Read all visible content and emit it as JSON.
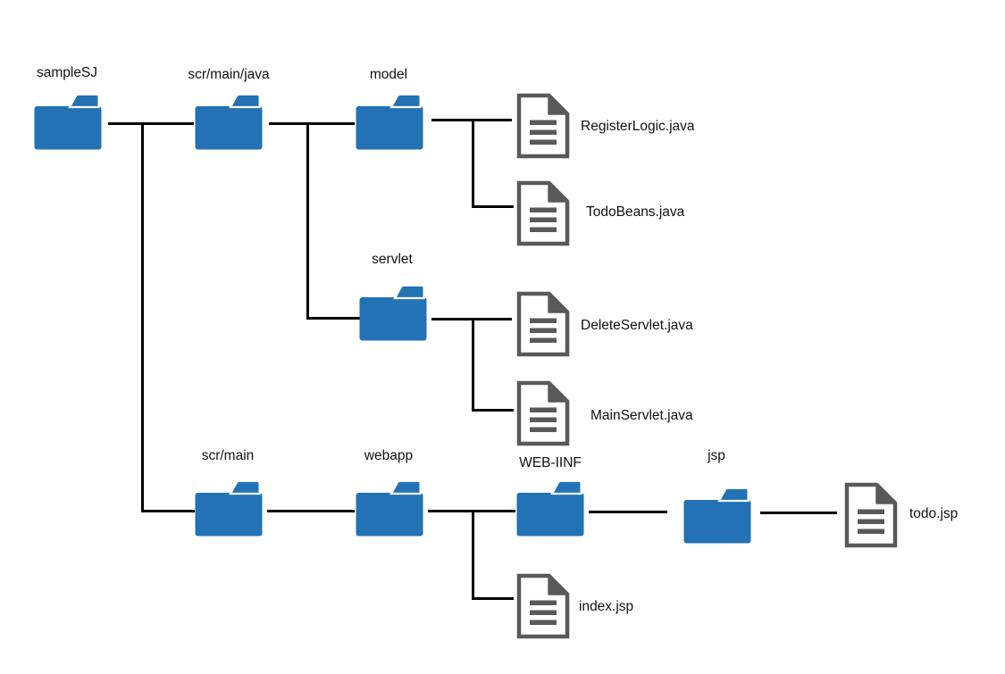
{
  "colors": {
    "folder_blue": "#2272b5",
    "doc_gray": "#595959",
    "line_black": "#000000",
    "background": "#ffffff"
  },
  "diagram": {
    "type": "file-tree",
    "folders": [
      {
        "id": "samplesj",
        "label": "sampleSJ"
      },
      {
        "id": "scr-main-java",
        "label": "scr/main/java"
      },
      {
        "id": "model",
        "label": "model"
      },
      {
        "id": "servlet",
        "label": "servlet"
      },
      {
        "id": "scr-main",
        "label": "scr/main"
      },
      {
        "id": "webapp",
        "label": "webapp"
      },
      {
        "id": "web-iinf",
        "label": "WEB-IINF"
      },
      {
        "id": "jsp",
        "label": "jsp"
      }
    ],
    "files": [
      {
        "id": "registerlogic",
        "label": "RegisterLogic.java"
      },
      {
        "id": "todobeans",
        "label": "TodoBeans.java"
      },
      {
        "id": "deleteservlet",
        "label": "DeleteServlet.java"
      },
      {
        "id": "mainservlet",
        "label": "MainServlet.java"
      },
      {
        "id": "todo-jsp",
        "label": "todo.jsp"
      },
      {
        "id": "index-jsp",
        "label": "index.jsp"
      }
    ],
    "edges": [
      {
        "from": "sampleSJ",
        "to": "scr/main/java"
      },
      {
        "from": "sampleSJ",
        "to": "scr/main"
      },
      {
        "from": "scr/main/java",
        "to": "model"
      },
      {
        "from": "scr/main/java",
        "to": "servlet"
      },
      {
        "from": "model",
        "to": "RegisterLogic.java"
      },
      {
        "from": "model",
        "to": "TodoBeans.java"
      },
      {
        "from": "servlet",
        "to": "DeleteServlet.java"
      },
      {
        "from": "servlet",
        "to": "MainServlet.java"
      },
      {
        "from": "scr/main",
        "to": "webapp"
      },
      {
        "from": "webapp",
        "to": "WEB-IINF"
      },
      {
        "from": "webapp",
        "to": "index.jsp"
      },
      {
        "from": "WEB-IINF",
        "to": "jsp"
      },
      {
        "from": "jsp",
        "to": "todo.jsp"
      }
    ]
  }
}
